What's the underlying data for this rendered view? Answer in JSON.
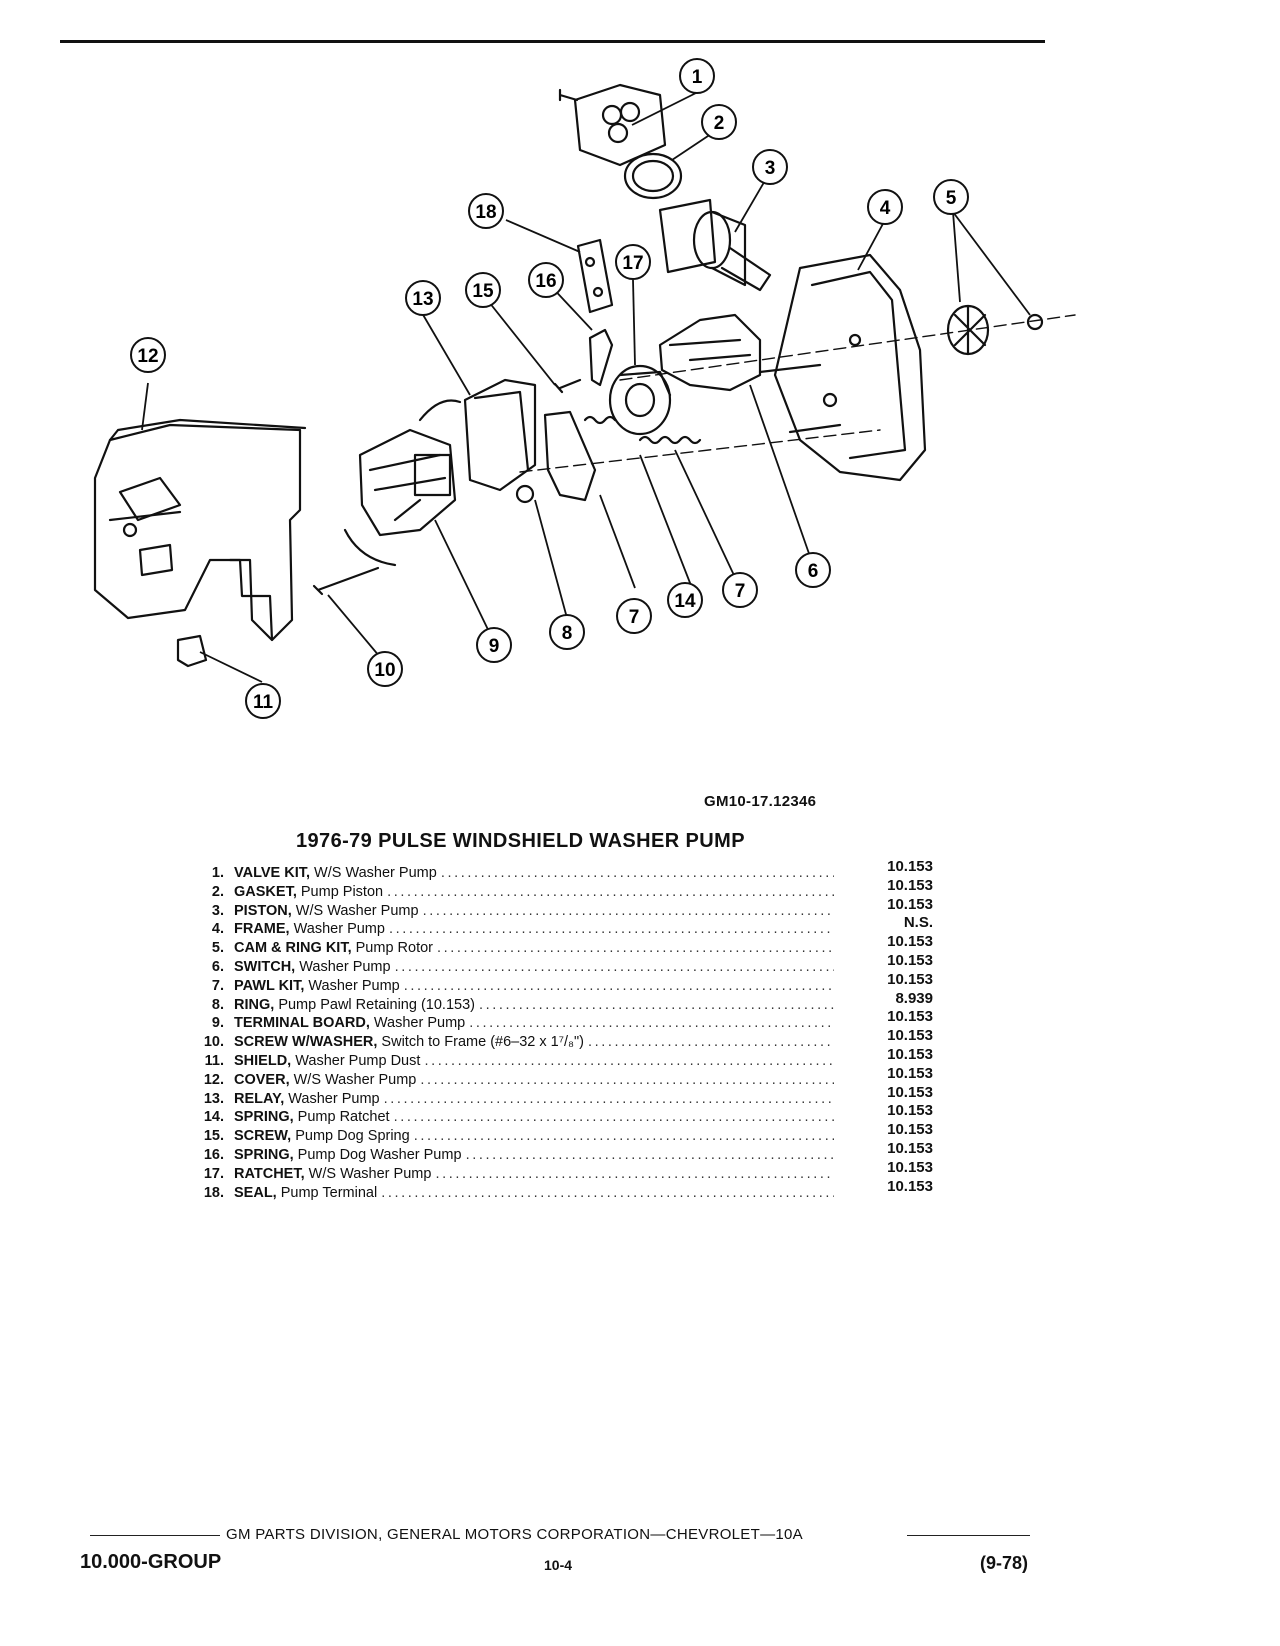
{
  "figure_code": "GM10-17.12346",
  "title": "1976-79 PULSE WINDSHIELD WASHER PUMP",
  "callouts": [
    "1",
    "2",
    "3",
    "4",
    "5",
    "6",
    "7",
    "8",
    "9",
    "10",
    "11",
    "12",
    "13",
    "14",
    "15",
    "16",
    "17",
    "18"
  ],
  "parts": [
    {
      "num": "1.",
      "name": "VALVE KIT,",
      "detail": "W/S Washer Pump",
      "ref": "10.153"
    },
    {
      "num": "2.",
      "name": "GASKET,",
      "detail": "Pump Piston",
      "ref": "10.153"
    },
    {
      "num": "3.",
      "name": "PISTON,",
      "detail": "W/S Washer Pump",
      "ref": "10.153"
    },
    {
      "num": "4.",
      "name": "FRAME,",
      "detail": "Washer Pump",
      "ref": "N.S."
    },
    {
      "num": "5.",
      "name": "CAM & RING KIT,",
      "detail": "Pump Rotor",
      "ref": "10.153"
    },
    {
      "num": "6.",
      "name": "SWITCH,",
      "detail": "Washer Pump",
      "ref": "10.153"
    },
    {
      "num": "7.",
      "name": "PAWL KIT,",
      "detail": "Washer Pump",
      "ref": "10.153"
    },
    {
      "num": "8.",
      "name": "RING,",
      "detail": "Pump Pawl Retaining (10.153)",
      "ref": "8.939"
    },
    {
      "num": "9.",
      "name": "TERMINAL BOARD,",
      "detail": "Washer Pump",
      "ref": "10.153"
    },
    {
      "num": "10.",
      "name": "SCREW W/WASHER,",
      "detail": "Switch to Frame (#6–32 x 1⁷/₈\")",
      "ref": "10.153"
    },
    {
      "num": "11.",
      "name": "SHIELD,",
      "detail": "Washer Pump Dust",
      "ref": "10.153"
    },
    {
      "num": "12.",
      "name": "COVER,",
      "detail": "W/S Washer Pump",
      "ref": "10.153"
    },
    {
      "num": "13.",
      "name": "RELAY,",
      "detail": "Washer Pump",
      "ref": "10.153"
    },
    {
      "num": "14.",
      "name": "SPRING,",
      "detail": "Pump Ratchet",
      "ref": "10.153"
    },
    {
      "num": "15.",
      "name": "SCREW,",
      "detail": "Pump Dog Spring",
      "ref": "10.153"
    },
    {
      "num": "16.",
      "name": "SPRING,",
      "detail": "Pump Dog Washer Pump",
      "ref": "10.153"
    },
    {
      "num": "17.",
      "name": "RATCHET,",
      "detail": "W/S Washer Pump",
      "ref": "10.153"
    },
    {
      "num": "18.",
      "name": "SEAL,",
      "detail": "Pump Terminal",
      "ref": "10.153"
    }
  ],
  "footer": {
    "corporation": "GM PARTS DIVISION, GENERAL MOTORS CORPORATION—CHEVROLET—10A",
    "group": "10.000-GROUP",
    "page": "10-4",
    "date": "(9-78)"
  }
}
